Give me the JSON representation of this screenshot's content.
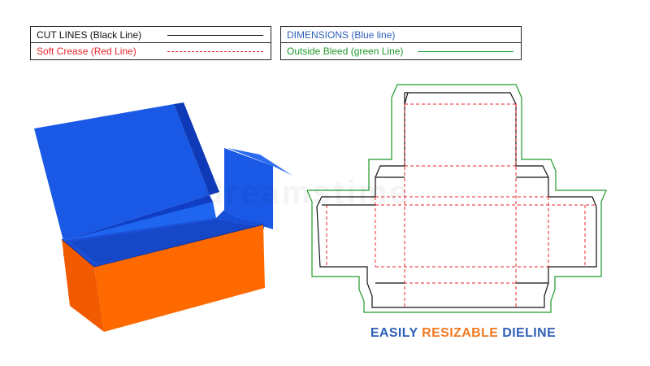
{
  "legend_left": {
    "row1_label": "CUT LINES (Black Line)",
    "row2_label": "Soft Crease (Red Line)"
  },
  "legend_right": {
    "row1_label": "DIMENSIONS (Blue line)",
    "row2_label": "Outside Bleed (green Line)"
  },
  "caption": {
    "word1": "EASILY",
    "word2": "RESIZABLE",
    "word3": "DIELINE"
  },
  "watermark": "dreamstime",
  "colors": {
    "cut": "#111111",
    "crease": "#e8252b",
    "dimension": "#2f5fb8",
    "bleed": "#1f9a2a",
    "box_blue": "#1a58e6",
    "box_blue_dark": "#0f3fc4",
    "box_orange": "#ff6a00",
    "caption_blue": "#2f5fb8",
    "caption_orange": "#f07a22"
  },
  "icons": {
    "box": "open-box-illustration",
    "dieline": "flat-dieline-template"
  }
}
